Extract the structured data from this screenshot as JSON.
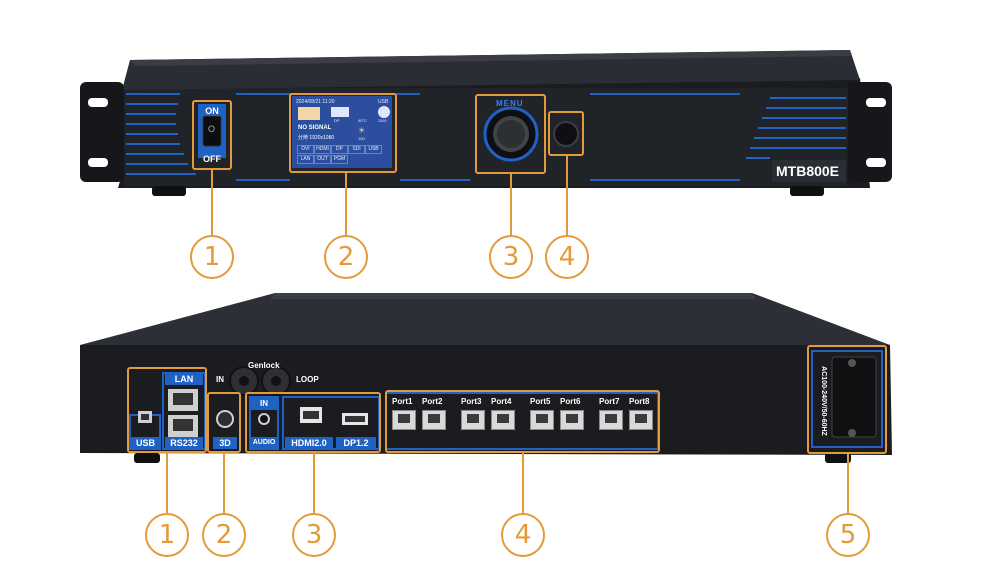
{
  "front": {
    "power_on_label": "ON",
    "power_off_label": "OFF",
    "power_symbol": "O",
    "lcd": {
      "datetime": "2024/08/21 11:20",
      "usb_label": "USB",
      "icon_caption_1": "DP",
      "icon_caption_2": "40°C",
      "icon_caption_3": "1100",
      "status": "NO SIGNAL",
      "resolution": "分辨 1920x1080",
      "brightness_caption": "100",
      "cells": [
        "DVI",
        "HDMI",
        "DP",
        "SDI",
        "USB",
        "LAN",
        "OUT",
        "PGM"
      ]
    },
    "menu_label": "MENU",
    "model_name": "MTB800E",
    "callouts": [
      "1",
      "2",
      "3",
      "4"
    ]
  },
  "rear": {
    "genlock_label": "Genlock",
    "genlock_in_label": "IN",
    "genlock_loop_label": "LOOP",
    "lan_label": "LAN",
    "usb_label": "USB",
    "rs232_label": "RS232",
    "threed_label": "3D",
    "audio_in_label": "IN",
    "audio_label": "AUDIO",
    "hdmi_label": "HDMI2.0",
    "dp_label": "DP1.2",
    "ports": [
      "Port1",
      "Port2",
      "Port3",
      "Port4",
      "Port5",
      "Port6",
      "Port7",
      "Port8"
    ],
    "power_text": "AC100-240V/50-60HZ",
    "callouts": [
      "1",
      "2",
      "3",
      "4",
      "5"
    ]
  },
  "colors": {
    "accent_orange": "#e39a3b",
    "chassis_blue": "#1f62c4",
    "chassis_dark": "#1a1c20"
  }
}
